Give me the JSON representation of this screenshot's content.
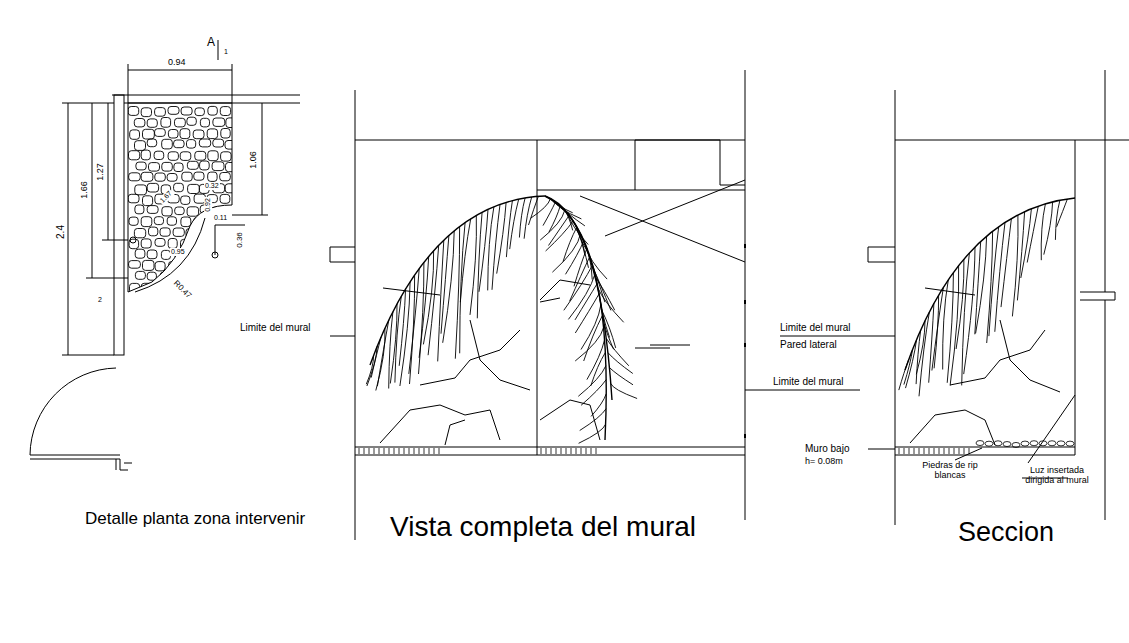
{
  "diagram": {
    "labels": [
      "0.94",
      "2.4",
      "1.66",
      "1.27",
      "1.06",
      "0.32",
      "1.67",
      "0.92",
      "0.11",
      "0.36",
      "0.95",
      "R0.47",
      "A",
      "1",
      "2",
      "Limite del mural",
      "Limite del mural",
      "Pared lateral",
      "Limite del mural",
      "Muro bajo",
      "h= 0.08m",
      "Piedras de rip blancas",
      "Luz insertada dirigida al mural",
      "Detalle planta zona intervenir",
      "Vista completa del mural",
      "Seccion"
    ]
  }
}
